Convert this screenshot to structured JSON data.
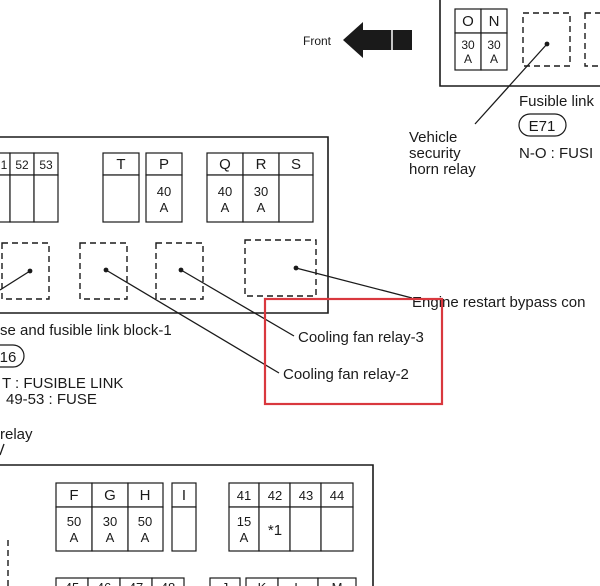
{
  "front": {
    "label": "Front"
  },
  "top_block": {
    "fuses": [
      {
        "id": "O",
        "rating": [
          "30",
          "A"
        ]
      },
      {
        "id": "N",
        "rating": [
          "30",
          "A"
        ]
      }
    ],
    "relay_label": [
      "Vehicle",
      "security",
      "horn relay"
    ],
    "title": "Fusible link",
    "connector": "E71",
    "note": "N-O : FUSI"
  },
  "middle_block": {
    "fuse_ids": [
      "1",
      "52",
      "53"
    ],
    "fuse_T": {
      "id": "T"
    },
    "fuse_P": {
      "id": "P",
      "rating": [
        "40",
        "A"
      ]
    },
    "fuse_Q": {
      "id": "Q",
      "rating": [
        "40",
        "A"
      ]
    },
    "fuse_R": {
      "id": "R",
      "rating": [
        "30",
        "A"
      ]
    },
    "fuse_S": {
      "id": "S"
    },
    "engine_label": "Engine restart bypass con",
    "relay3_label": "Cooling fan relay-3",
    "relay2_label": "Cooling fan relay-2",
    "title": "se and fusible link block-1",
    "connector": "16",
    "note1": "T : FUSIBLE LINK",
    "note2": "49-53 : FUSE"
  },
  "relay_partial": "relay",
  "bottom_block": {
    "fuses_left": [
      {
        "id": "F",
        "rating": [
          "50",
          "A"
        ]
      },
      {
        "id": "G",
        "rating": [
          "30",
          "A"
        ]
      },
      {
        "id": "H",
        "rating": [
          "50",
          "A"
        ]
      }
    ],
    "fuse_I": {
      "id": "I"
    },
    "fuses_right": [
      {
        "id": "41",
        "rating": [
          "15",
          "A"
        ]
      },
      {
        "id": "42",
        "rating": [
          "*1"
        ]
      },
      {
        "id": "43"
      },
      {
        "id": "44"
      }
    ],
    "partial_numbers": [
      "45",
      "46",
      "47",
      "48"
    ],
    "partial_letters": [
      "J",
      "K",
      "L",
      "M"
    ]
  }
}
